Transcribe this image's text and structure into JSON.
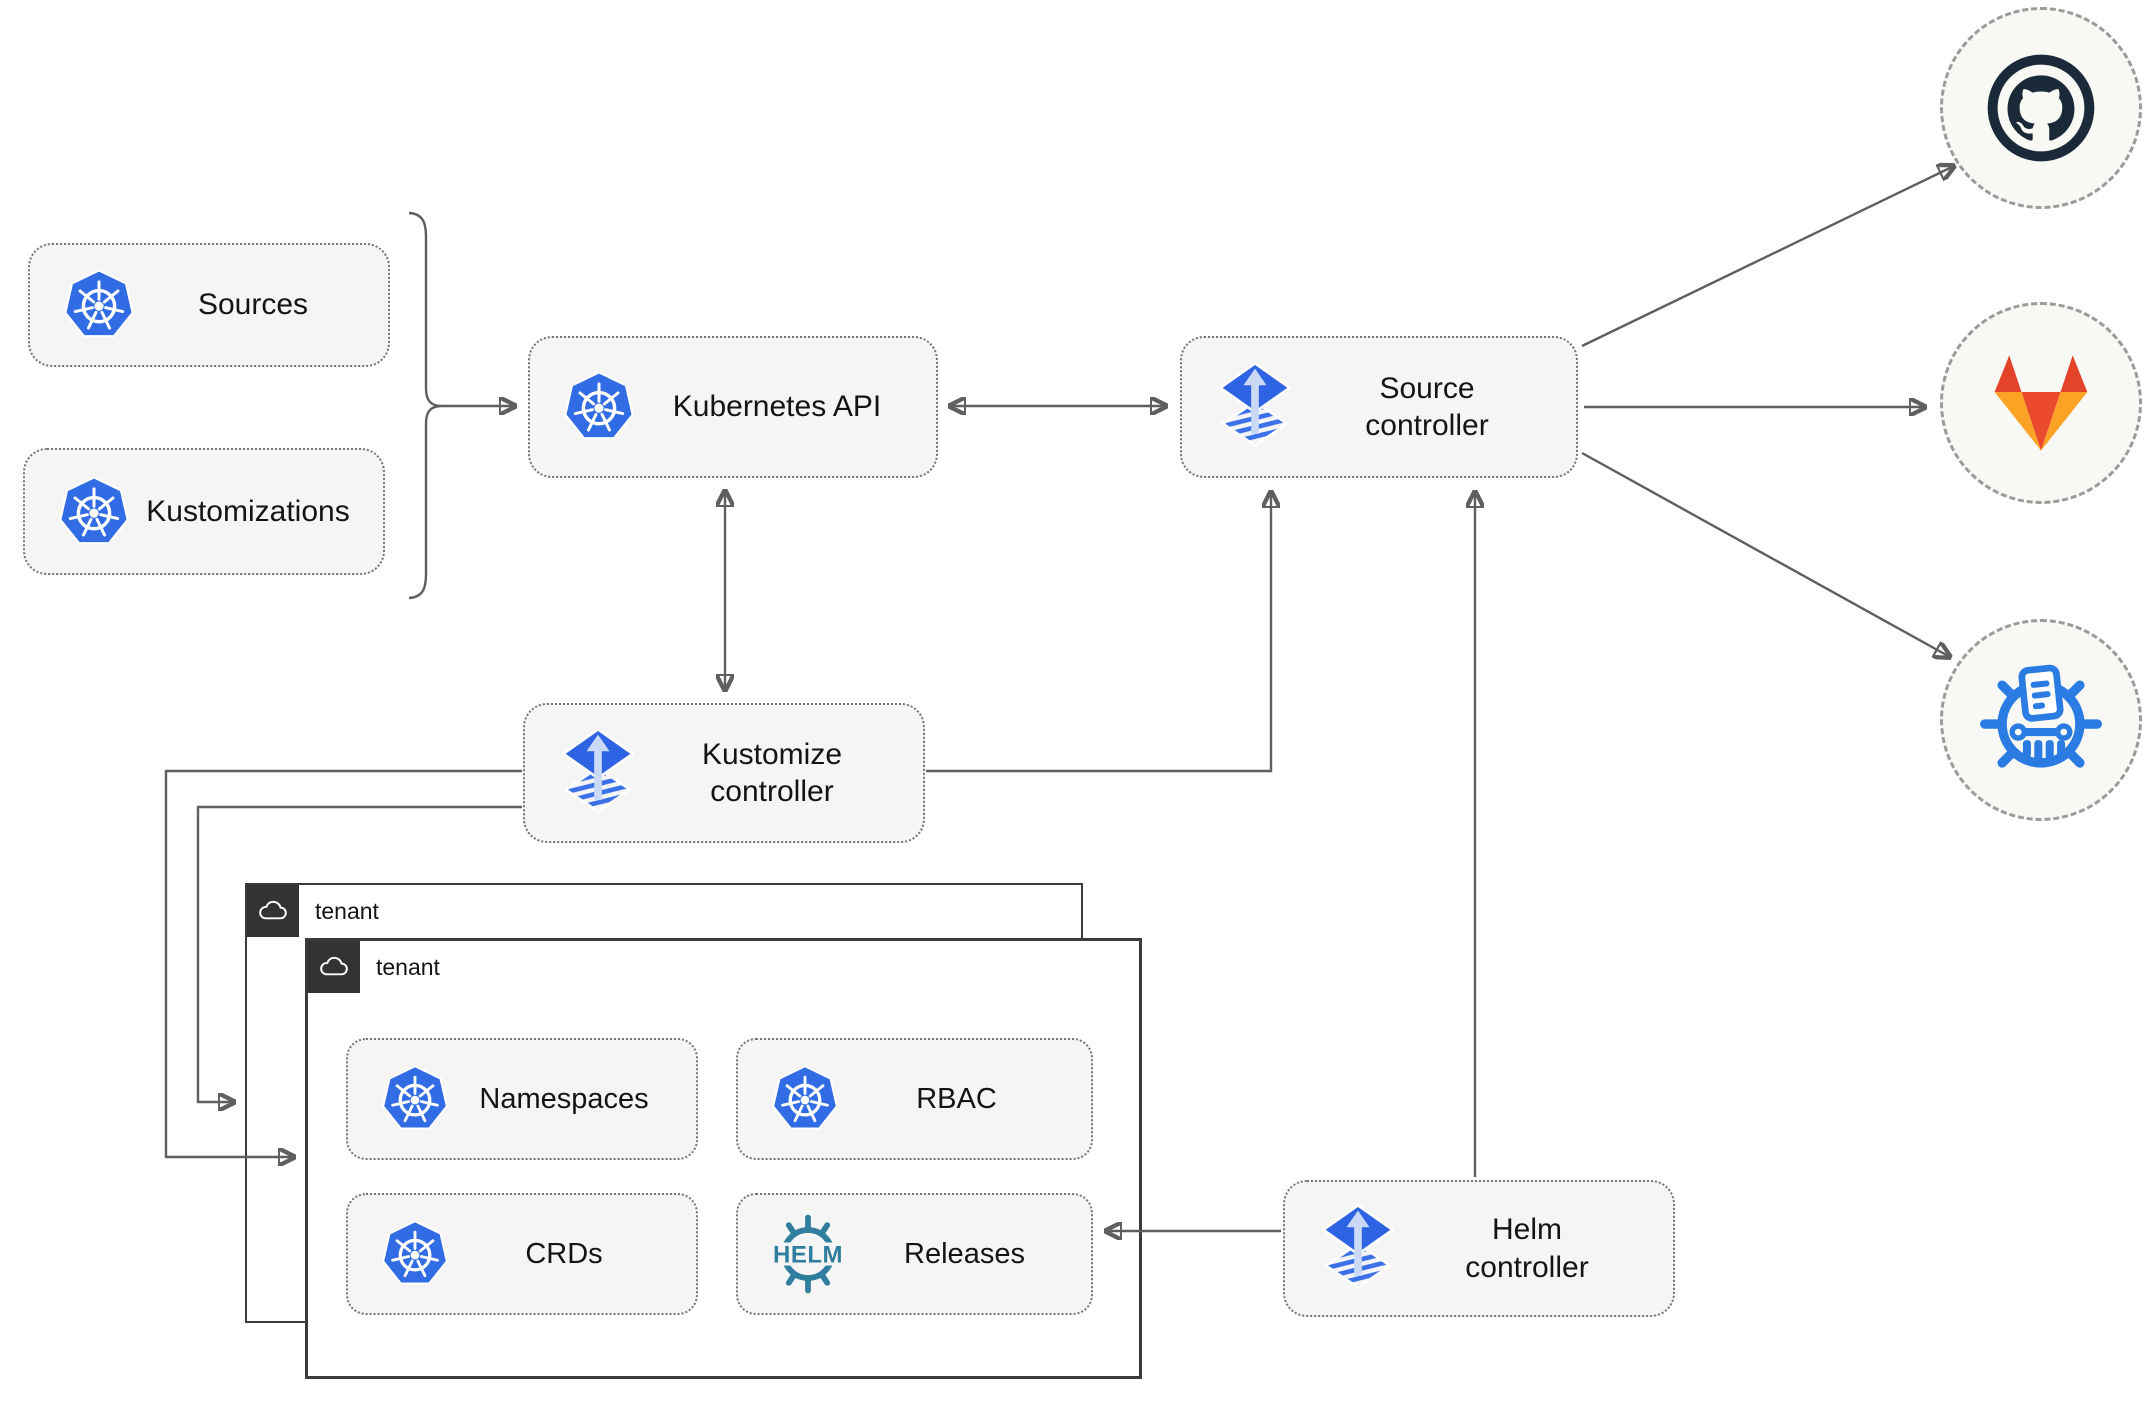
{
  "diagram": {
    "boxes": {
      "sources": "Sources",
      "kustomizations": "Kustomizations",
      "kubernetes_api": "Kubernetes API",
      "source_controller": "Source controller",
      "kustomize_controller": "Kustomize controller",
      "helm_controller": "Helm controller",
      "namespaces": "Namespaces",
      "rbac": "RBAC",
      "crds": "CRDs",
      "releases": "Releases"
    },
    "tenants": [
      {
        "label": "tenant"
      },
      {
        "label": "tenant"
      }
    ],
    "helm_logo_text": "HELM",
    "external_targets": [
      {
        "name": "github"
      },
      {
        "name": "gitlab"
      },
      {
        "name": "chartmuseum"
      }
    ],
    "colors": {
      "kubernetes_blue": "#326CE5",
      "flux_blue": "#2E63E4",
      "flux_arrow_light": "#C9D9F6",
      "helm_teal": "#2F7E9E",
      "github_dark": "#1B2A38",
      "gitlab_red_orange": "#E24329",
      "gitlab_light_orange": "#FCA326",
      "chartmuseum_blue": "#2B7CE2",
      "connector_gray": "#5F5F5F",
      "node_fill": "#F5F5F5",
      "node_border": "#757575",
      "tenant_dark": "#333333"
    }
  }
}
